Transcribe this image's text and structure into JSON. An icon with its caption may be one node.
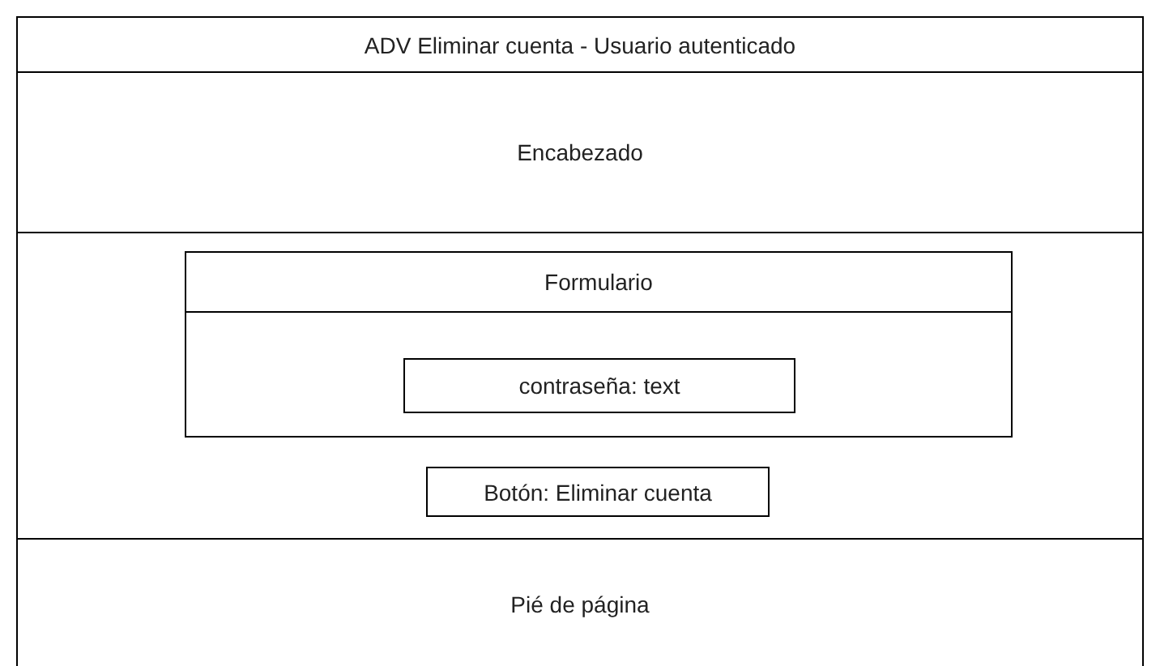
{
  "diagram": {
    "nodes": [
      {
        "text": [
          "ADV Eliminar cuenta - Usuario autenticado"
        ]
      },
      {
        "text": [
          "Encabezado"
        ],
        "in": 0
      },
      {
        "text": [],
        "shape": "box",
        "in": 0
      },
      {
        "text": [
          "Formulario"
        ],
        "in": 2
      },
      {
        "text": [
          "contraseña: text"
        ],
        "in": 3
      },
      {
        "text": [
          "Botón: Eliminar cuenta"
        ],
        "in": 2
      },
      {
        "text": [
          "Pié de página"
        ],
        "in": 0
      }
    ]
  }
}
